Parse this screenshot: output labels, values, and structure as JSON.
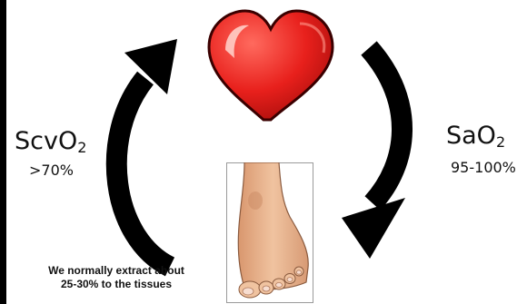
{
  "left_label": {
    "name": "ScvO",
    "subscript": "2",
    "value": ">70%"
  },
  "right_label": {
    "name": "SaO",
    "subscript": "2",
    "value": "95-100%"
  },
  "caption": {
    "line1": "We normally extract about",
    "line2": "25-30% to the tissues"
  },
  "icons": {
    "heart": "heart-icon",
    "foot": "foot-illustration"
  },
  "colors": {
    "heart": "#e8201c",
    "arrow": "#000000",
    "skin": "#e9b48f"
  }
}
